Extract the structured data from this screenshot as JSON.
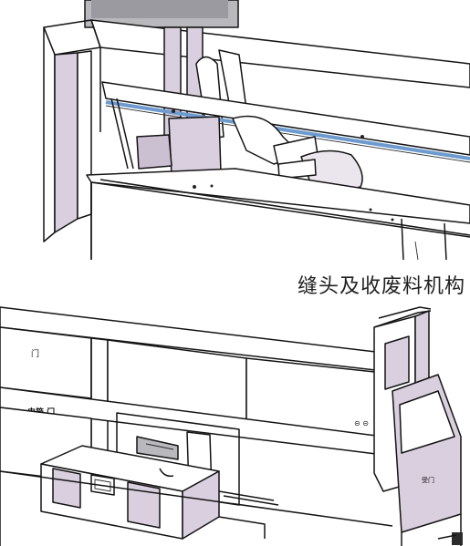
{
  "caption": "缝头及收废料机构",
  "lower_labels": {
    "door_left": "门",
    "electric_box_door": "电箱 门",
    "right_door": "受门"
  }
}
